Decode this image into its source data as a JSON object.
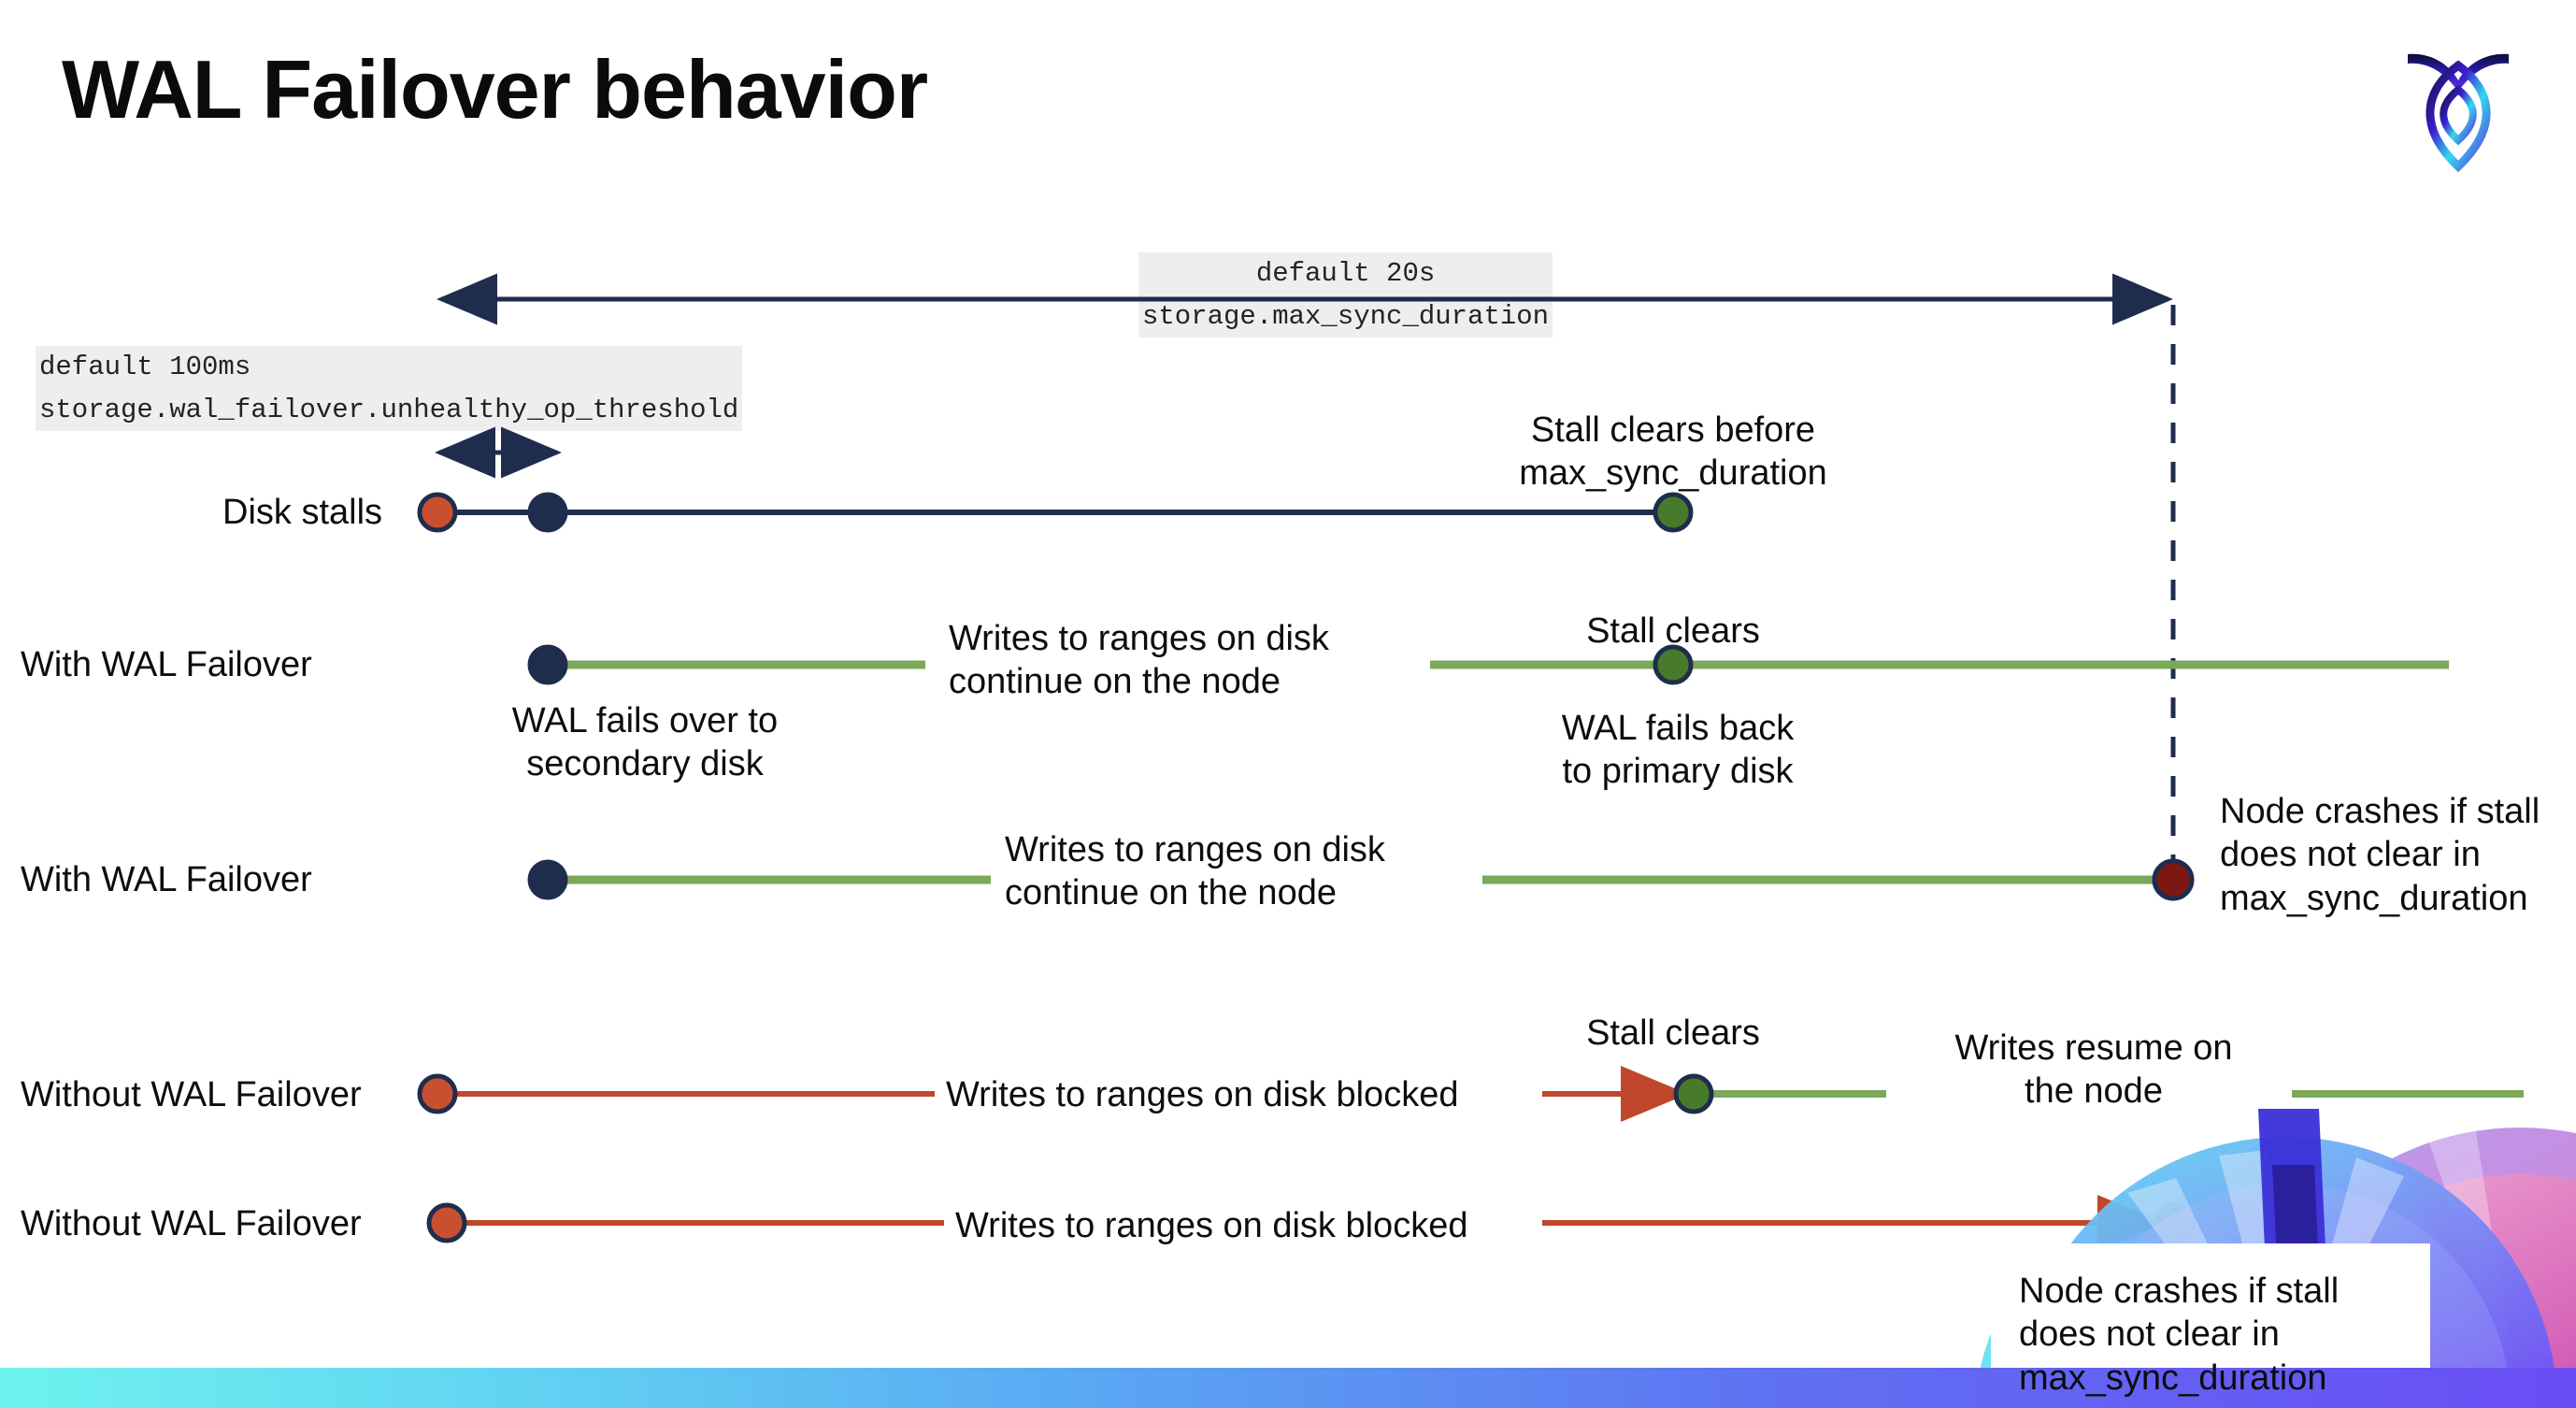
{
  "slide": {
    "title": "WAL Failover behavior",
    "logo_name": "cockroachdb-logo"
  },
  "settings": [
    {
      "id": "max-sync-duration",
      "default_line": "default 20s",
      "setting_line": "storage.max_sync_duration"
    },
    {
      "id": "unhealthy-op-threshold",
      "default_line": "default 100ms",
      "setting_line": "storage.wal_failover.unhealthy_op_threshold"
    }
  ],
  "rows": [
    {
      "id": "disk-stalls",
      "label": "Disk stalls",
      "annotations": [
        {
          "id": "stall-clears-before",
          "text": "Stall clears before\nmax_sync_duration"
        }
      ]
    },
    {
      "id": "with-wal-failover-1",
      "label": "With WAL Failover",
      "annotations": [
        {
          "id": "writes-continue-1",
          "text": "Writes to ranges on disk\ncontinue on the node"
        },
        {
          "id": "stall-clears-1",
          "text": "Stall clears"
        },
        {
          "id": "wal-fails-over",
          "text": "WAL fails over to\nsecondary disk"
        },
        {
          "id": "wal-fails-back",
          "text": "WAL fails  back\nto primary disk"
        }
      ]
    },
    {
      "id": "with-wal-failover-2",
      "label": "With WAL Failover",
      "annotations": [
        {
          "id": "writes-continue-2",
          "text": "Writes to ranges on disk\ncontinue on the node"
        },
        {
          "id": "node-crashes-1",
          "text": "Node crashes if stall\ndoes not clear in\nmax_sync_duration"
        }
      ]
    },
    {
      "id": "without-wal-failover-1",
      "label": "Without WAL Failover",
      "annotations": [
        {
          "id": "writes-blocked-1",
          "text": "Writes to ranges on disk  blocked"
        },
        {
          "id": "stall-clears-2",
          "text": "Stall clears"
        },
        {
          "id": "writes-resume",
          "text": "Writes resume on\nthe node"
        }
      ]
    },
    {
      "id": "without-wal-failover-2",
      "label": "Without WAL Failover",
      "annotations": [
        {
          "id": "writes-blocked-2",
          "text": "Writes to ranges on disk  blocked"
        },
        {
          "id": "node-crashes-2",
          "text": "Node crashes if stall\ndoes not clear in\nmax_sync_duration"
        }
      ]
    }
  ],
  "colors": {
    "navy": "#1f2d4d",
    "green_line": "#7ba859",
    "green_dot": "#487a2c",
    "orange": "#c9502e",
    "dark_red": "#7d1714",
    "code_chip_bg": "#eeeeee",
    "bottom_bar_from": "#6ff2ee",
    "bottom_bar_to": "#6a4df5"
  }
}
